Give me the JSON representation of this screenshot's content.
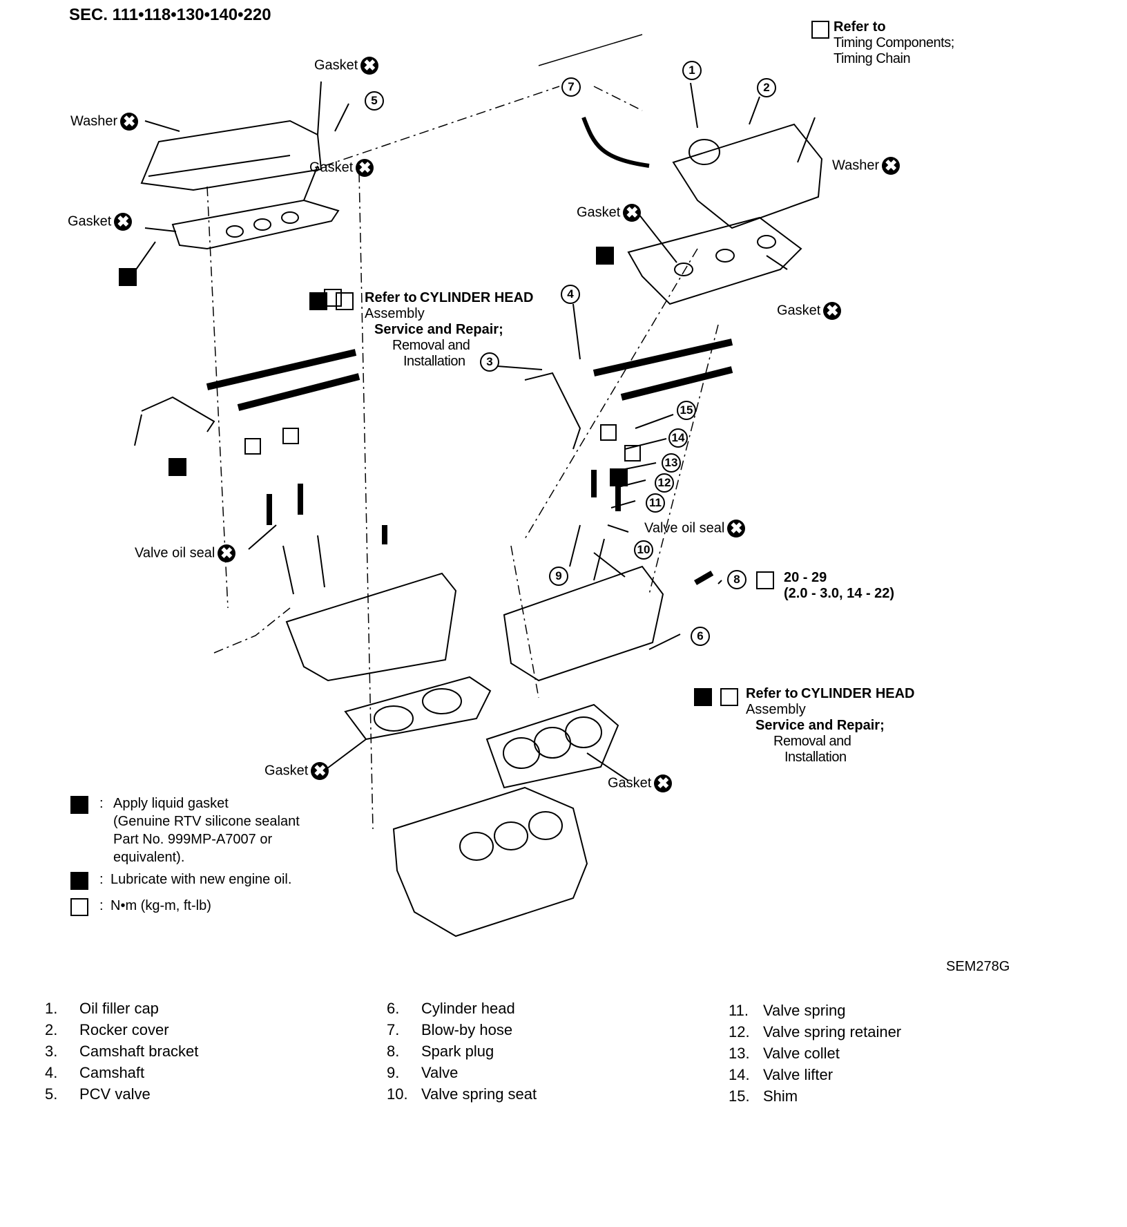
{
  "section": "SEC. 111•118•130•140•220",
  "callouts": {
    "gasket": "Gasket",
    "washer": "Washer",
    "valve_oil_seal": "Valve oil seal",
    "x_mark": "✖"
  },
  "refer_timing": {
    "line1": "Refer to",
    "line2": "Timing Components;",
    "line3": "Timing Chain"
  },
  "refer_head": {
    "line1a": "Refer to",
    "line1b": "CYLINDER HEAD",
    "line2": "Assembly",
    "line3": "Service and Repair;",
    "line4": "Removal and",
    "line5": "Installation"
  },
  "torque": {
    "value": "20 - 29",
    "units": "(2.0 - 3.0, 14 - 22)"
  },
  "part_numbers": [
    "1",
    "2",
    "3",
    "4",
    "5",
    "6",
    "7",
    "8",
    "9",
    "10",
    "11",
    "12",
    "13",
    "14",
    "15"
  ],
  "legend": [
    {
      "icon": "liquid-gasket-icon",
      "sep": ":",
      "text_lines": [
        "Apply liquid gasket",
        "(Genuine RTV silicone sealant",
        "Part No. 999MP-A7007 or",
        "equivalent)."
      ]
    },
    {
      "icon": "oil-can-icon",
      "sep": ":",
      "text_lines": [
        "Lubricate with new engine oil."
      ]
    },
    {
      "icon": "torque-wrench-icon",
      "sep": ":",
      "text_lines": [
        "N•m (kg-m, ft-lb)"
      ]
    }
  ],
  "figure_code": "SEM278G",
  "parts_list": [
    {
      "num": "1.",
      "name": "Oil filler cap"
    },
    {
      "num": "2.",
      "name": "Rocker cover"
    },
    {
      "num": "3.",
      "name": "Camshaft bracket"
    },
    {
      "num": "4.",
      "name": "Camshaft"
    },
    {
      "num": "5.",
      "name": "PCV valve"
    },
    {
      "num": "6.",
      "name": "Cylinder head"
    },
    {
      "num": "7.",
      "name": "Blow-by hose"
    },
    {
      "num": "8.",
      "name": "Spark plug"
    },
    {
      "num": "9.",
      "name": "Valve"
    },
    {
      "num": "10.",
      "name": "Valve spring seat"
    },
    {
      "num": "11.",
      "name": "Valve spring"
    },
    {
      "num": "12.",
      "name": "Valve spring retainer"
    },
    {
      "num": "13.",
      "name": "Valve collet"
    },
    {
      "num": "14.",
      "name": "Valve lifter"
    },
    {
      "num": "15.",
      "name": "Shim"
    }
  ]
}
